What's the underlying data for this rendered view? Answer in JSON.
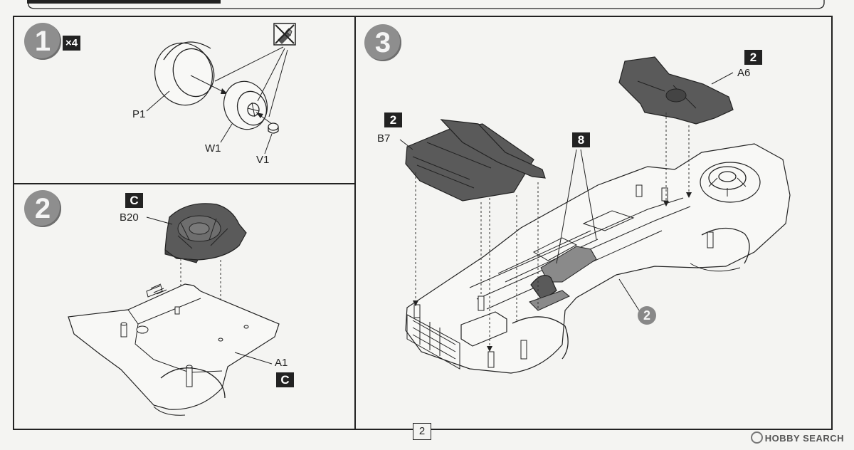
{
  "steps": [
    {
      "number": "1",
      "multiplier": "×4",
      "parts": [
        "P1",
        "W1",
        "V1"
      ]
    },
    {
      "number": "2",
      "tag_top": "C",
      "part_label": "B20",
      "base_label": "A1",
      "tag_bottom": "C"
    },
    {
      "number": "3",
      "tag_b7": "2",
      "label_b7": "B7",
      "tag_a6": "2",
      "label_a6": "A6",
      "tag_8": "8",
      "callout": "2"
    }
  ],
  "page_number": "2",
  "watermark": "HOBBY SEARCH",
  "colors": {
    "line": "#222222",
    "part_fill": "#5a5a5a",
    "paper": "#f4f4f2"
  },
  "icons": [
    "glue-tube-icon"
  ]
}
